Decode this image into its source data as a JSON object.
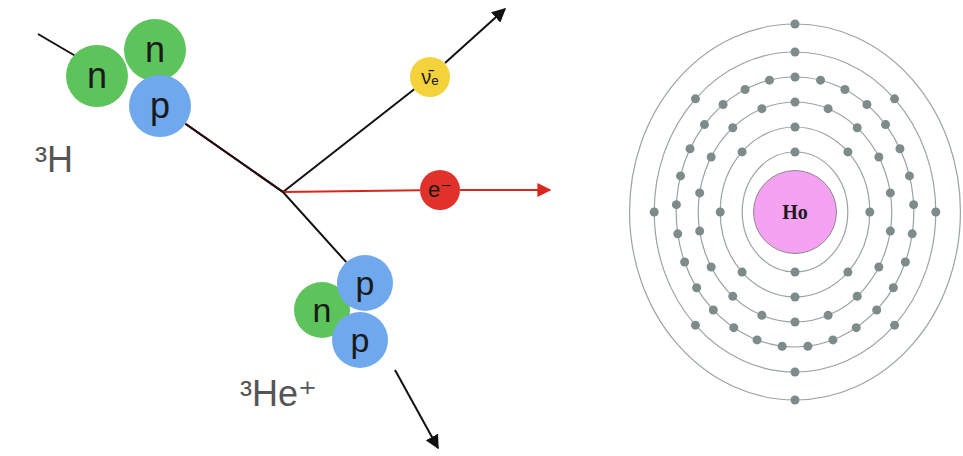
{
  "diagram": {
    "nodes": [
      {
        "text": [
          "n"
        ]
      },
      {
        "text": [
          "n"
        ]
      },
      {
        "text": [
          "p"
        ]
      },
      {
        "text": [
          "ν̄ₑ"
        ]
      },
      {
        "text": [
          "e⁻"
        ]
      },
      {
        "text": [
          "p"
        ]
      },
      {
        "text": [
          "n"
        ]
      },
      {
        "text": [
          "p"
        ]
      },
      {
        "text": [
          "Ho"
        ]
      }
    ],
    "edges": [
      {
        "from": 2,
        "to": 3,
        "arrow": "none"
      },
      {
        "from": 2,
        "to": 4,
        "arrow": "none"
      },
      {
        "from": 2,
        "to": 5,
        "arrow": "none"
      }
    ],
    "labels": [
      "³H",
      "³He⁺"
    ]
  }
}
